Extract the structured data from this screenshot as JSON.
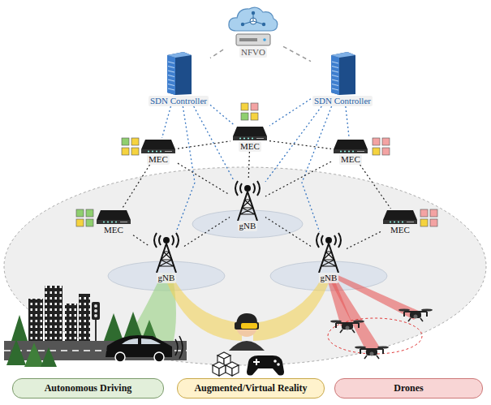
{
  "diagram": {
    "nodes": [
      {
        "text": [
          "NFVO"
        ]
      },
      {
        "text": [
          "SDN Controller"
        ]
      },
      {
        "text": [
          "SDN Controller"
        ]
      },
      {
        "text": [
          "MEC"
        ]
      },
      {
        "text": [
          "MEC"
        ]
      },
      {
        "text": [
          "MEC"
        ]
      },
      {
        "text": [
          "gNB"
        ]
      },
      {
        "text": [
          "MEC"
        ]
      },
      {
        "text": [
          "MEC"
        ]
      },
      {
        "text": [
          "gNB"
        ]
      },
      {
        "text": [
          "gNB"
        ]
      },
      {
        "text": [
          "Autonomous Driving"
        ]
      },
      {
        "text": [
          "Augmented/Virtual Reality"
        ]
      },
      {
        "text": [
          "Drones"
        ]
      }
    ],
    "edges": [
      {
        "from": 0,
        "to": 1,
        "arrow": "none"
      },
      {
        "from": 0,
        "to": 2,
        "arrow": "none"
      },
      {
        "from": 1,
        "to": 4,
        "arrow": "none"
      },
      {
        "from": 1,
        "to": 3,
        "arrow": "none"
      },
      {
        "from": 1,
        "to": 6,
        "arrow": "none"
      },
      {
        "from": 1,
        "to": 9,
        "arrow": "none"
      },
      {
        "from": 2,
        "to": 5,
        "arrow": "none"
      },
      {
        "from": 2,
        "to": 3,
        "arrow": "none"
      },
      {
        "from": 2,
        "to": 6,
        "arrow": "none"
      },
      {
        "from": 2,
        "to": 10,
        "arrow": "none"
      },
      {
        "from": 4,
        "to": 3,
        "arrow": "none"
      },
      {
        "from": 3,
        "to": 5,
        "arrow": "none"
      },
      {
        "from": 4,
        "to": 7,
        "arrow": "none"
      },
      {
        "from": 5,
        "to": 8,
        "arrow": "none"
      },
      {
        "from": 4,
        "to": 6,
        "arrow": "none"
      },
      {
        "from": 5,
        "to": 6,
        "arrow": "none"
      },
      {
        "from": 3,
        "to": 6,
        "arrow": "none"
      },
      {
        "from": 7,
        "to": 9,
        "arrow": "none"
      },
      {
        "from": 8,
        "to": 10,
        "arrow": "none"
      },
      {
        "from": 9,
        "to": 6,
        "arrow": "none"
      },
      {
        "from": 10,
        "to": 6,
        "arrow": "none"
      }
    ]
  }
}
